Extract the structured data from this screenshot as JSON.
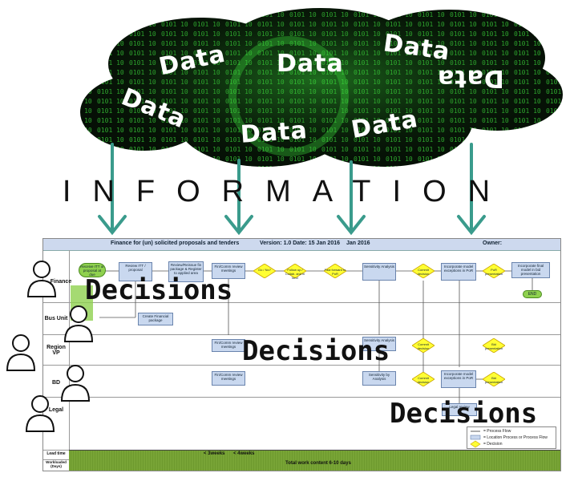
{
  "cloud": {
    "words": [
      "Data",
      "Data",
      "Data",
      "Data",
      "Data",
      "Data",
      "Data"
    ],
    "colors": {
      "cloud_fill": "#0a0f0a",
      "matrix_green": "#3bdc3b",
      "text": "#ffffff"
    }
  },
  "information_label": "INFORMATION",
  "arrows": {
    "color": "#3a9b8c",
    "count": 4
  },
  "decision_labels": [
    "Decisions",
    "Decisions",
    "Decisions"
  ],
  "flowchart": {
    "title": "Finance for (un) solicited proposals and tenders",
    "version": "Version: 1.0  Date: 15 Jan 2016",
    "month": "Jan 2016",
    "owner": "Owner:",
    "lanes": [
      "Finance",
      "Bus Unit",
      "Region VP",
      "BD",
      "Legal"
    ],
    "bottom_lanes": [
      "Lead time",
      "Workloaded (Days)"
    ],
    "nodes": {
      "receive": "Receive ITT or proposal at due",
      "review_itt": "Review ITT / proposal",
      "create_fin": "Create Financial package",
      "review_pkg": "Review/Reissue fin package & Register to applied area",
      "fin_comm": "Fin/Comm review meetings",
      "sensitivity": "Sensitivity Analysis",
      "incorporate": "Incorporate model exceptions in PoR",
      "por": "PoR presentation",
      "incorp_final": "Incorporate final model in bid presentation",
      "end": "END",
      "fin_comm_b": "Fin/Comm review meetings",
      "sensitivity_b": "Sensitivity Analysis",
      "fin_comm_c": "Fin/Comm review meetings",
      "sensitivity_c": "Sensitivity by Analysis",
      "incorporate_c": "Incorporate model exceptions in PoR",
      "legal_box": "Legal review"
    },
    "diamonds": {
      "go_nogo": "Go / No?",
      "follow_up": "Follow up / Collab. and in kind",
      "fast_approval": "Fast forward to PoR",
      "commit": "Commit decision",
      "commit_b": "Commit decision",
      "commit_c": "Commit decision",
      "bid_pres": "Bid presentation",
      "bid_pres_c": "Bid presentation"
    },
    "bottom": {
      "weeks_a": "< 3weeks",
      "weeks_b": "< 4weeks",
      "total": "Total work content  6-10 days"
    },
    "legend": {
      "process_flow": "= Process Flow",
      "location": "= Location Process or Process Flow",
      "decision": "= Decision"
    }
  }
}
